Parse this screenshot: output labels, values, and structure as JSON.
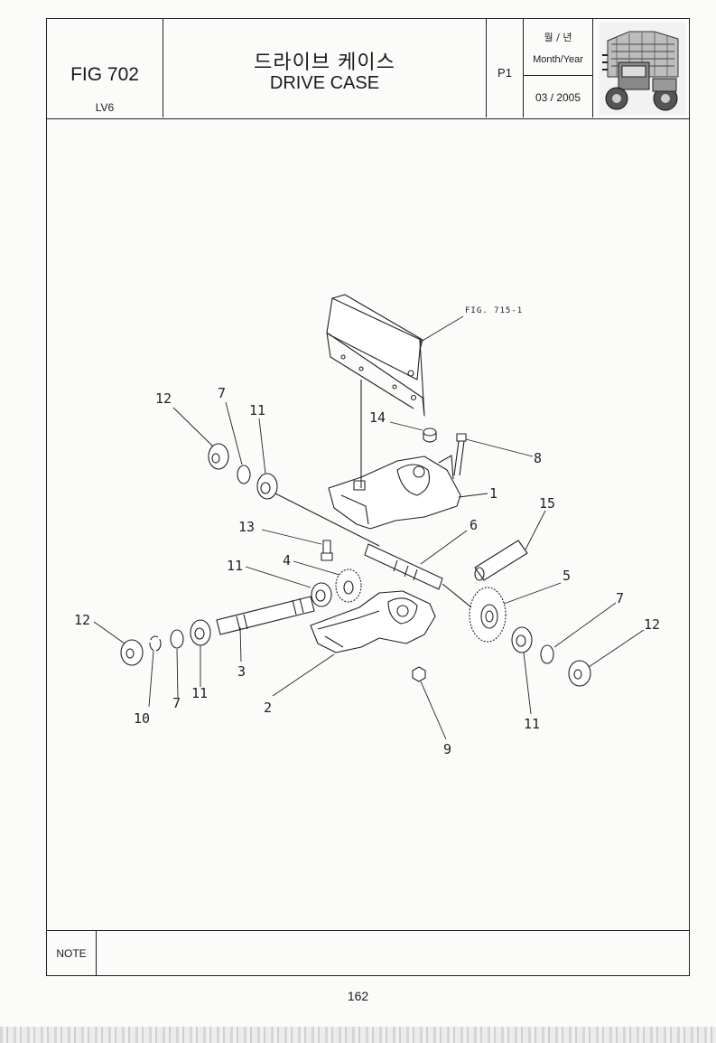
{
  "header": {
    "fig_no": "FIG 702",
    "model": "LV6",
    "title_ko": "드라이브 케이스",
    "title_en": "DRIVE CASE",
    "page": "P1",
    "month_year_ko": "월 / 년",
    "month_year_en": "Month/Year",
    "month_year_value": "03 / 2005"
  },
  "diagram": {
    "reference": "FIG. 715-1",
    "callouts": {
      "c1": "1",
      "c2": "2",
      "c3": "3",
      "c4": "4",
      "c5": "5",
      "c6": "6",
      "c7a": "7",
      "c7b": "7",
      "c7c": "7",
      "c8": "8",
      "c9": "9",
      "c10": "10",
      "c11a": "11",
      "c11b": "11",
      "c11c": "11",
      "c11d": "11",
      "c12a": "12",
      "c12b": "12",
      "c12c": "12",
      "c13": "13",
      "c14": "14",
      "c15": "15"
    }
  },
  "note": {
    "label": "NOTE",
    "text": ""
  },
  "page_number": "162"
}
